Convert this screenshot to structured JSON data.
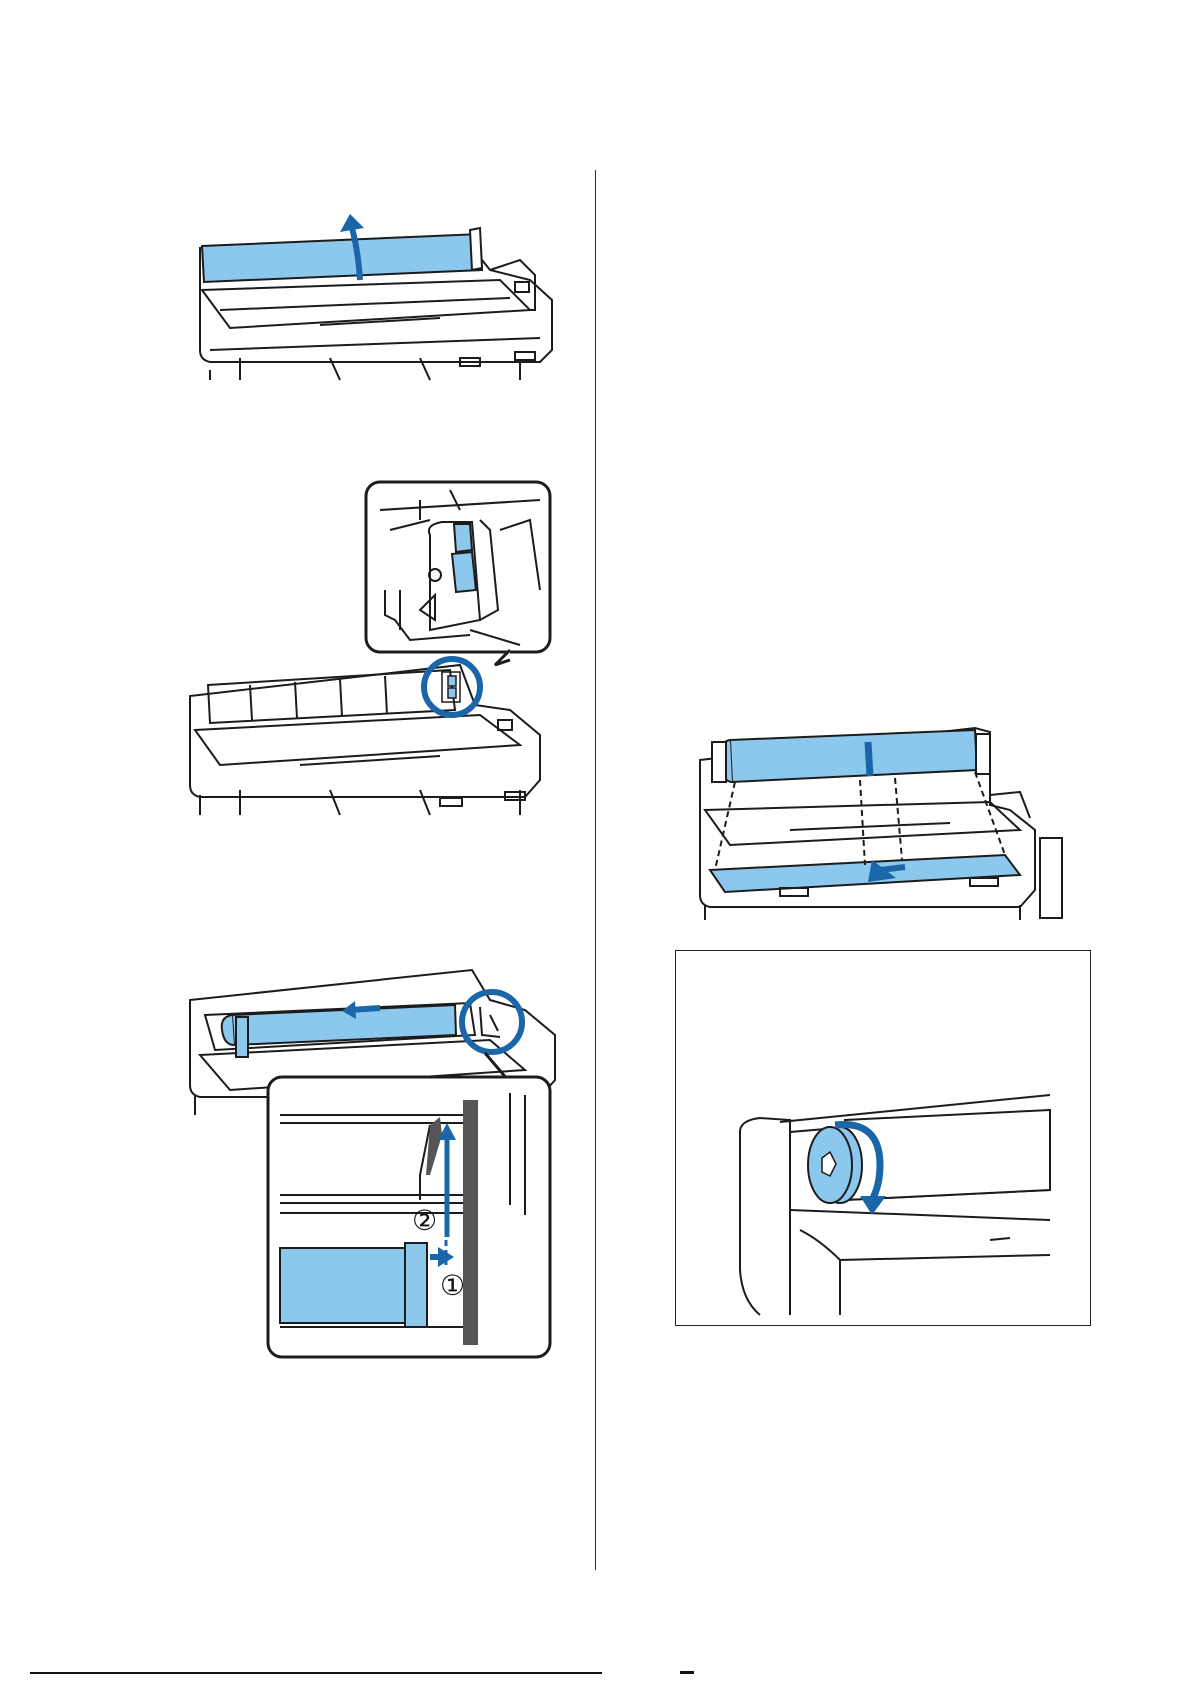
{
  "figures": {
    "fig1": {
      "name": "open-roll-cover"
    },
    "fig2": {
      "name": "lock-lever-release"
    },
    "fig3": {
      "name": "insert-roll-paper",
      "callout_step1": "①",
      "callout_step2": "②"
    },
    "fig4": {
      "name": "feed-paper-down"
    },
    "fig5": {
      "name": "rotate-flange-note"
    }
  },
  "colors": {
    "accent_blue": "#1a66a8",
    "paper_blue": "#8cc7ee",
    "line": "#1c1c1c"
  },
  "icons": [
    "up-arrow-icon",
    "down-arrow-icon",
    "right-arrow-icon",
    "rotate-arrow-icon",
    "callout-circle-icon"
  ]
}
